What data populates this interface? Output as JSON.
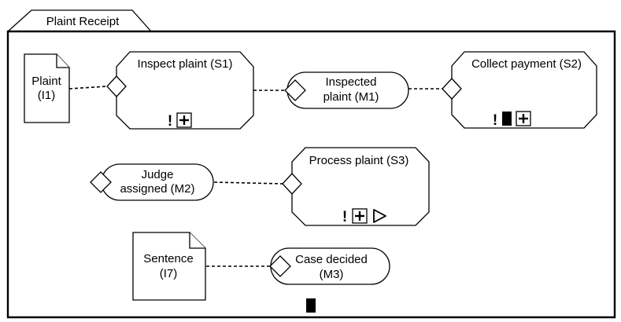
{
  "frame": {
    "title": "Plaint Receipt"
  },
  "inputs": [
    {
      "id": "plaint",
      "lines": [
        "Plaint",
        "(I1)"
      ]
    },
    {
      "id": "sentence",
      "lines": [
        "Sentence",
        "(I7)"
      ]
    }
  ],
  "services": [
    {
      "id": "inspect-plaint",
      "label": "Inspect plaint (S1)",
      "markers": [
        "!",
        "+"
      ]
    },
    {
      "id": "collect-payment",
      "label": "Collect payment (S2)",
      "markers": [
        "!",
        "■",
        "+"
      ]
    },
    {
      "id": "process-plaint",
      "label": "Process plaint (S3)",
      "markers": [
        "!",
        "+",
        "▷"
      ]
    }
  ],
  "milestones": [
    {
      "id": "inspected-plaint",
      "lines": [
        "Inspected",
        "plaint (M1)"
      ]
    },
    {
      "id": "judge-assigned",
      "lines": [
        "Judge",
        "assigned (M2)"
      ]
    },
    {
      "id": "case-decided",
      "lines": [
        "Case decided",
        "(M3)"
      ]
    }
  ],
  "frame_marker": "■",
  "colors": {
    "stroke": "#000000",
    "fill": "#ffffff"
  }
}
